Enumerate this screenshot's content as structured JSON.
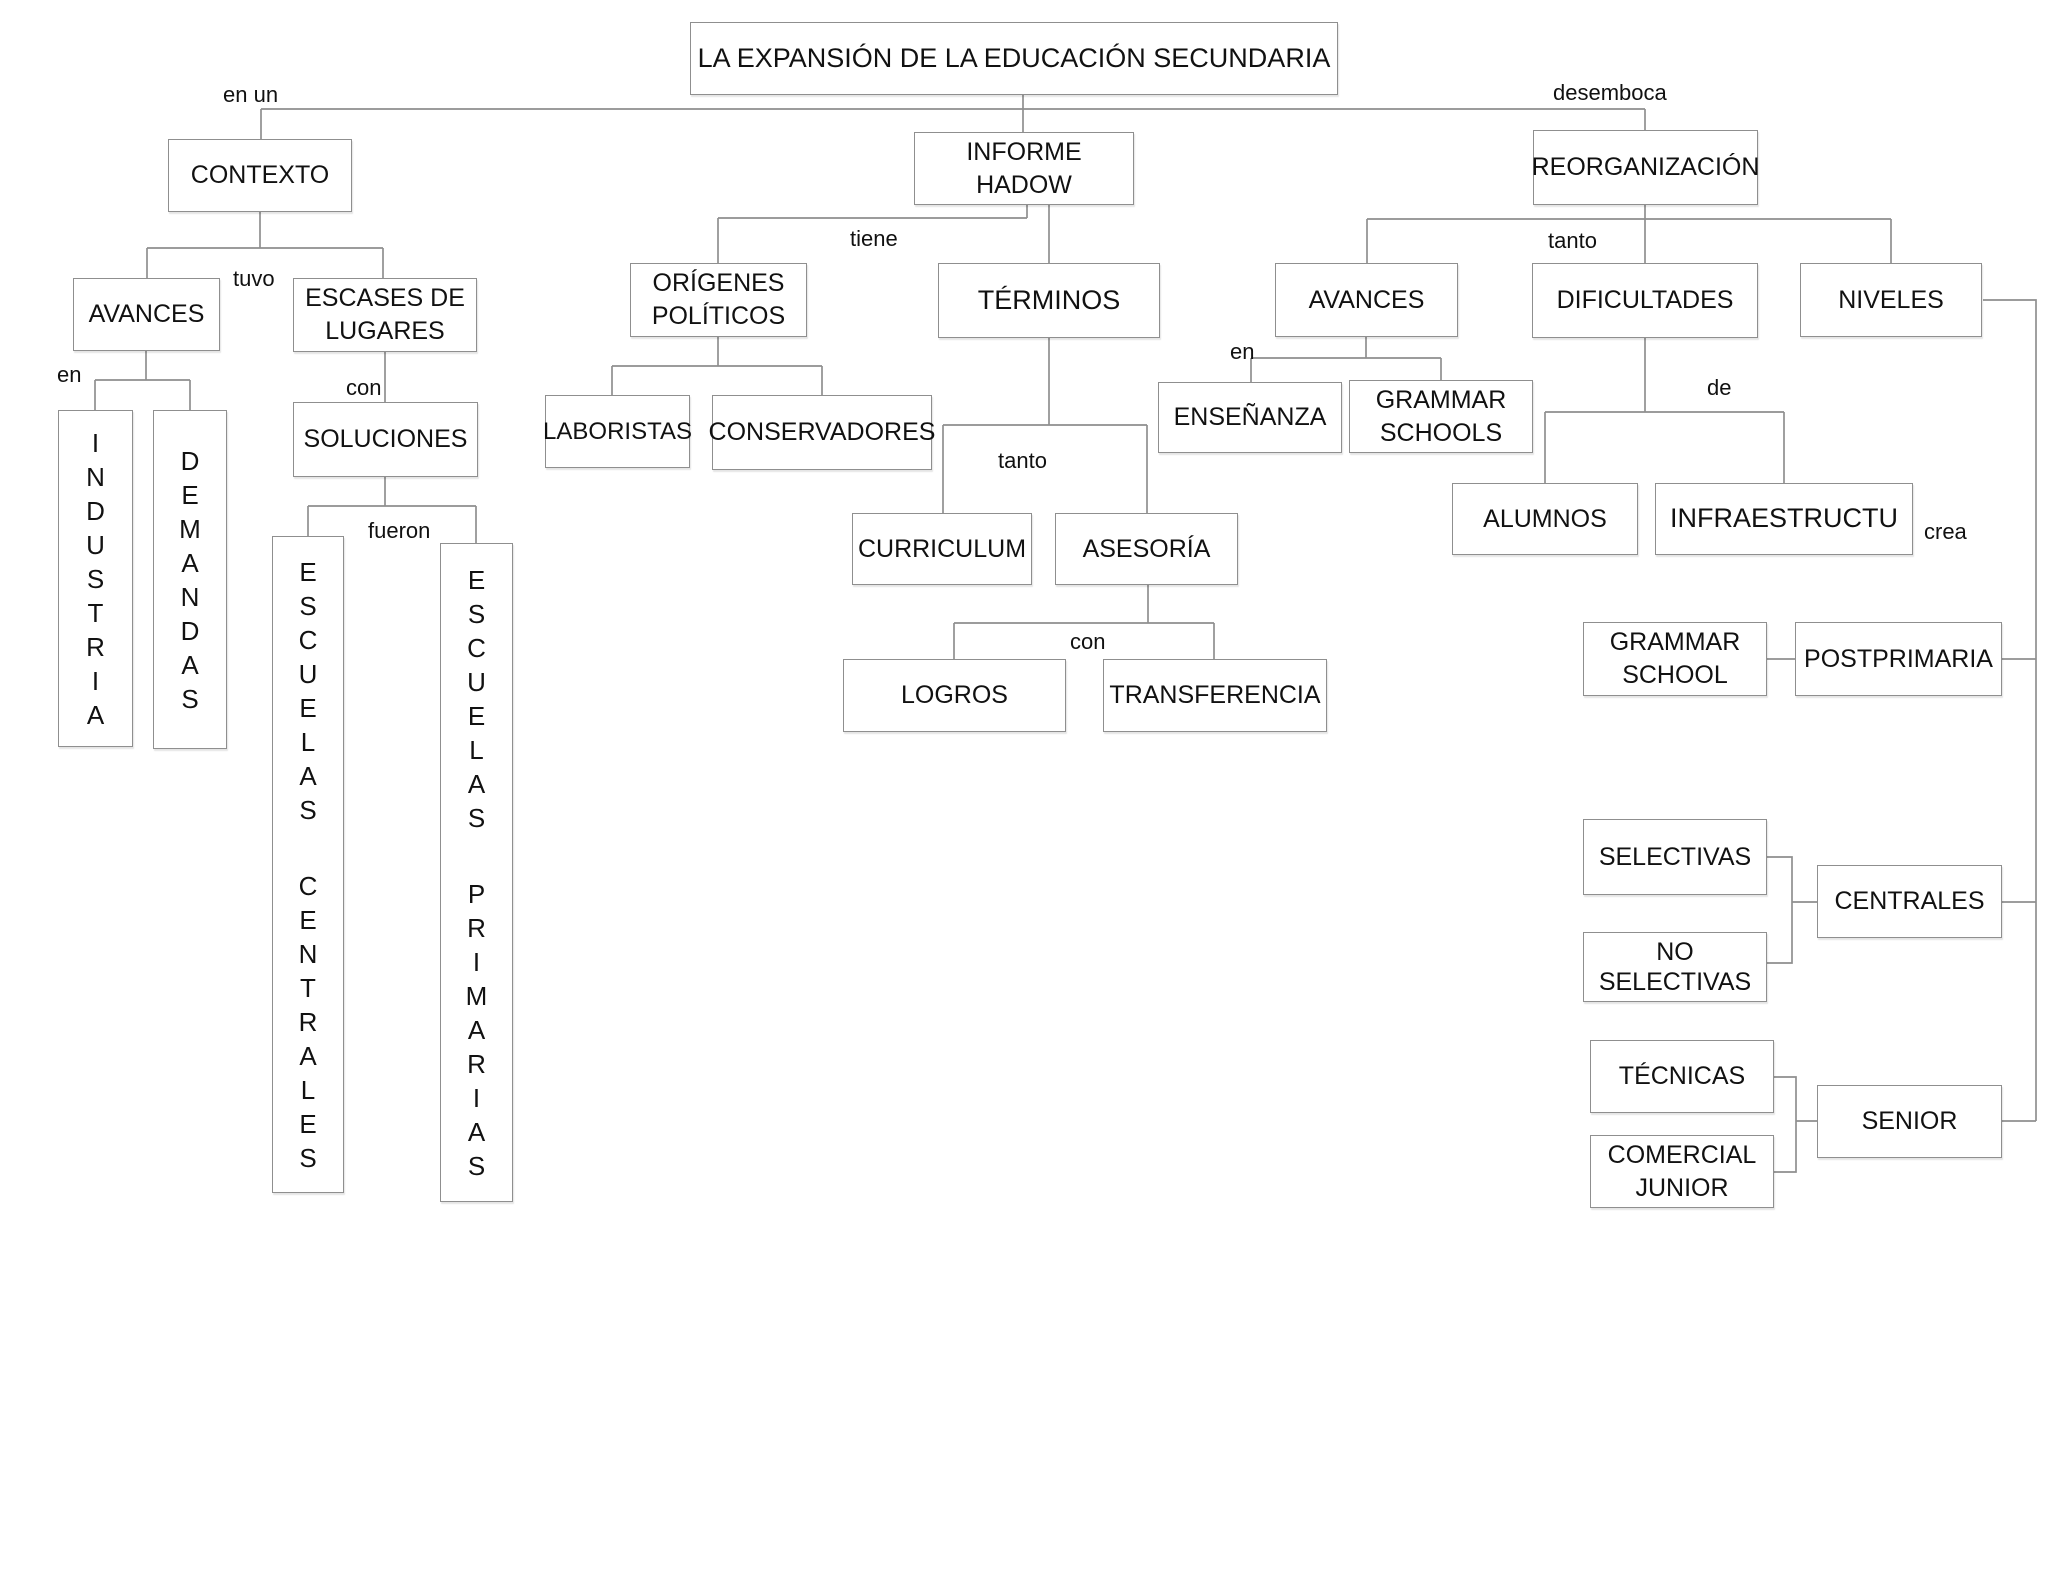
{
  "diagram": {
    "kind": "concept-map",
    "title": "LA EXPANSIÓN DE LA EDUCACIÓN SECUNDARIA",
    "colors": {
      "background": "#ffffff",
      "box_border": "#8f8f8f",
      "line": "#8f8f8f",
      "text": "#111111"
    },
    "nodes": {
      "title": {
        "label": "LA EXPANSIÓN DE LA EDUCACIÓN SECUNDARIA"
      },
      "contexto": {
        "label": "CONTEXTO"
      },
      "avances_izq": {
        "label": "AVANCES"
      },
      "escases": {
        "lines": [
          "ESCASES DE",
          "LUGARES"
        ]
      },
      "industria": {
        "label": "INDUSTRIA",
        "orientation": "vertical"
      },
      "demandas": {
        "label": "DEMANDAS",
        "orientation": "vertical"
      },
      "soluciones": {
        "label": "SOLUCIONES"
      },
      "escuelas_centrales": {
        "label": "ESCUELAS CENTRALES",
        "orientation": "vertical"
      },
      "escuelas_primarias": {
        "label": "ESCUELAS PRIMARIAS",
        "orientation": "vertical"
      },
      "informe_hadow": {
        "lines": [
          "INFORME",
          "HADOW"
        ]
      },
      "origenes": {
        "lines": [
          "ORÍGENES",
          "POLÍTICOS"
        ]
      },
      "terminos": {
        "label": "TÉRMINOS"
      },
      "laboristas": {
        "label": "LABORISTAS"
      },
      "conservadores": {
        "label": "CONSERVADORES"
      },
      "curriculum": {
        "label": "CURRICULUM"
      },
      "asesoria": {
        "label": "ASESORÍA"
      },
      "logros": {
        "label": "LOGROS"
      },
      "transferencia": {
        "label": "TRANSFERENCIA"
      },
      "reorganizacion": {
        "label": "REORGANIZACIÓN"
      },
      "avances_der": {
        "label": "AVANCES"
      },
      "dificultades": {
        "label": "DIFICULTADES"
      },
      "niveles": {
        "label": "NIVELES"
      },
      "ensenanza": {
        "label": "ENSEÑANZA"
      },
      "grammar_schools": {
        "lines": [
          "GRAMMAR",
          "SCHOOLS"
        ]
      },
      "alumnos": {
        "label": "ALUMNOS"
      },
      "infraestructu": {
        "label": "INFRAESTRUCTU"
      },
      "grammar_school": {
        "lines": [
          "GRAMMAR",
          "SCHOOL"
        ]
      },
      "postprimaria": {
        "label": "POSTPRIMARIA"
      },
      "selectivas": {
        "label": "SELECTIVAS"
      },
      "no_selectivas": {
        "lines": [
          "NO",
          "SELECTIVAS"
        ]
      },
      "centrales": {
        "label": "CENTRALES"
      },
      "tecnicas": {
        "label": "TÉCNICAS"
      },
      "comercial_junior": {
        "lines": [
          "COMERCIAL",
          "JUNIOR"
        ]
      },
      "senior": {
        "label": "SENIOR"
      }
    },
    "edge_labels": {
      "en_un": "en  un",
      "desemboca": "desemboca",
      "tuvo": "tuvo",
      "en_izq": "en",
      "con_izq": "con",
      "fueron": "fueron",
      "tiene": "tiene",
      "tanto_centro": "tanto",
      "con_centro": "con",
      "tanto_der": "tanto",
      "en_der": "en",
      "de": "de",
      "crea": "crea"
    }
  }
}
